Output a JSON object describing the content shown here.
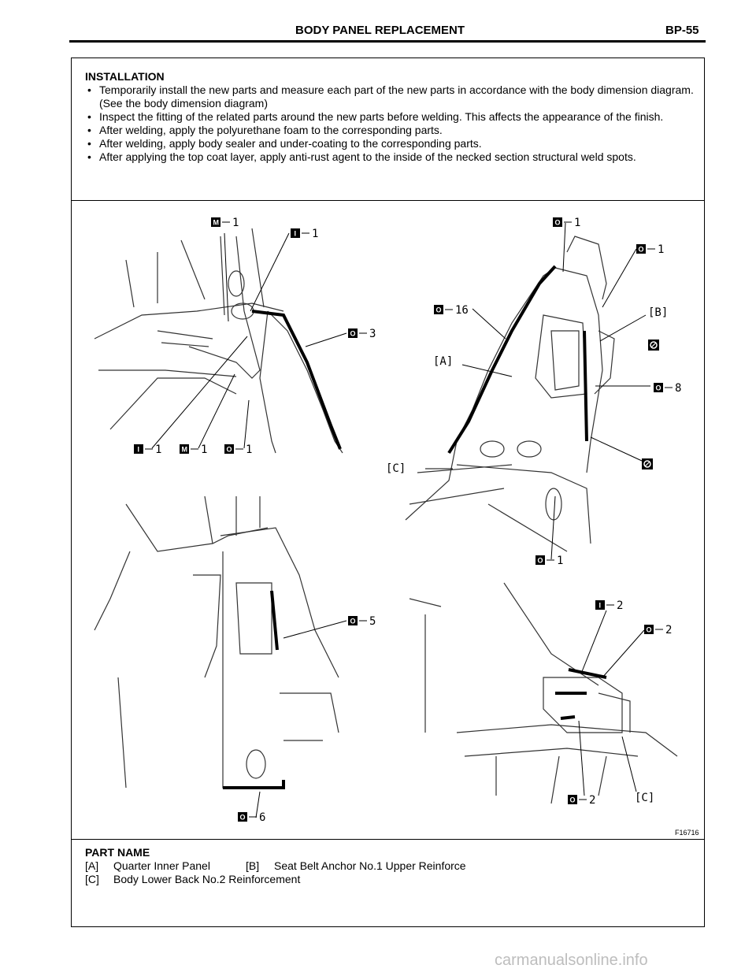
{
  "header": {
    "title": "BODY PANEL REPLACEMENT",
    "page": "BP-55"
  },
  "installation": {
    "heading": "INSTALLATION",
    "items": [
      "Temporarily install the new parts and measure each part of the new parts in accordance with the body dimension diagram. (See the body dimension diagram)",
      "Inspect the fitting of the related parts around the new parts before welding. This affects the appearance of the finish.",
      "After welding, apply the polyurethane foam to the corresponding parts.",
      "After welding, apply body sealer and under-coating to the corresponding parts.",
      "After applying the top coat layer, apply anti-rust agent to the inside of the necked section structural weld spots."
    ]
  },
  "figure": {
    "code": "F16716",
    "callouts": {
      "c1": {
        "sym": "M",
        "num": "1"
      },
      "c2": {
        "sym": "I",
        "num": "1"
      },
      "c3": {
        "sym": "O",
        "num": "3"
      },
      "c4": {
        "sym": "I",
        "num": "1"
      },
      "c5": {
        "sym": "M",
        "num": "1"
      },
      "c6": {
        "sym": "O",
        "num": "1"
      },
      "c7": {
        "sym": "O",
        "num": "1"
      },
      "c8": {
        "sym": "O",
        "num": "1"
      },
      "c9": {
        "sym": "O",
        "num": "16"
      },
      "c10": {
        "sym": "O",
        "num": "8"
      },
      "c11": {
        "sym": "O",
        "num": "1"
      },
      "c12": {
        "sym": "O",
        "num": "5"
      },
      "c13": {
        "sym": "O",
        "num": "6"
      },
      "c14": {
        "sym": "I",
        "num": "2"
      },
      "c15": {
        "sym": "O",
        "num": "2"
      },
      "c16": {
        "sym": "O",
        "num": "2"
      }
    },
    "labels": {
      "a": "[A]",
      "b": "[B]",
      "c1": "[C]",
      "c2": "[C]"
    }
  },
  "part_name": {
    "heading": "PART NAME",
    "rows": [
      [
        {
          "key": "[A]",
          "val": "Quarter Inner Panel"
        },
        {
          "key": "[B]",
          "val": "Seat Belt Anchor No.1 Upper Reinforce"
        }
      ],
      [
        {
          "key": "[C]",
          "val": "Body Lower Back No.2 Reinforcement"
        }
      ]
    ]
  },
  "watermark": "carmanualsonline.info"
}
